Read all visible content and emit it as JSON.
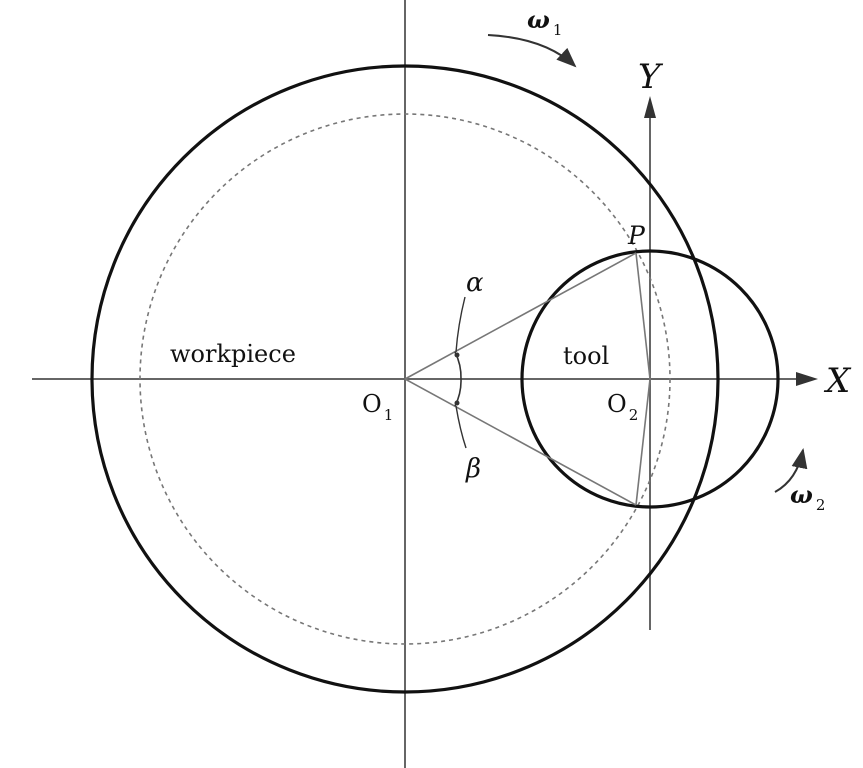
{
  "labels": {
    "workpiece": "workpiece",
    "tool": "tool",
    "axis_x": "X",
    "axis_y": "Y",
    "point_p": "P",
    "alpha": "α",
    "beta": "β",
    "o1": "O",
    "o1_sub": "1",
    "o2": "O",
    "o2_sub": "2",
    "omega1": "ω",
    "omega1_sub": "1",
    "omega2": "ω",
    "omega2_sub": "2"
  },
  "colors": {
    "circle_stroke": "#111111",
    "axis_stroke": "#666666",
    "dashed_stroke": "#777777",
    "text": "#111111"
  }
}
